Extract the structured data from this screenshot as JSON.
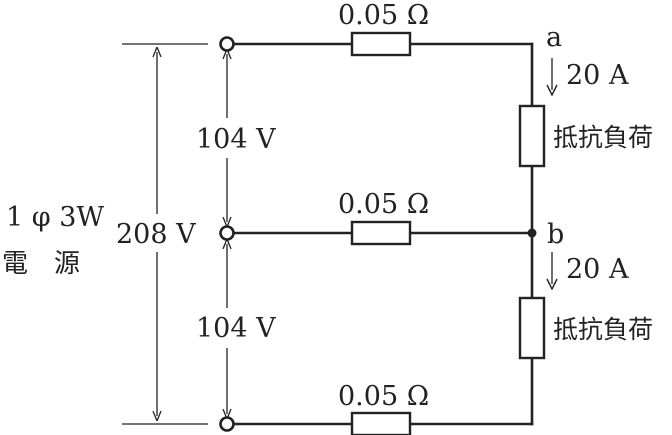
{
  "source": {
    "line1": "1 φ 3W",
    "line2": "電　源"
  },
  "voltages": {
    "total": "208 V",
    "upper": "104 V",
    "lower": "104 V"
  },
  "resistors": {
    "top": "0.05 Ω",
    "middle": "0.05 Ω",
    "bottom": "0.05 Ω"
  },
  "nodes": {
    "a": "a",
    "b": "b"
  },
  "currents": {
    "upper": "20 A",
    "lower": "20 A"
  },
  "loads": {
    "upper": "抵抗負荷",
    "lower": "抵抗負荷"
  },
  "colors": {
    "line": "#222222",
    "background": "#ffffff"
  }
}
